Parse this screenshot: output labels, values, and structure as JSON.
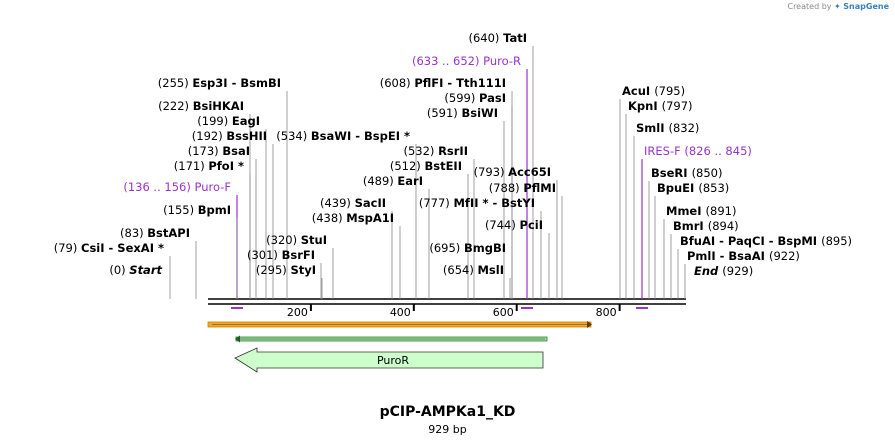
{
  "brand": {
    "prefix": "Created by",
    "name": "SnapGene"
  },
  "plasmid": {
    "name": "pCIP-AMPKa1_KD",
    "length_label": "929 bp"
  },
  "colors": {
    "feature": "#9933cc",
    "text": "#000000",
    "orf": "#f5a623",
    "orf_inner": "#2d8b2d",
    "gene_fill": "#ccffcc",
    "backbone": "#000000"
  },
  "axis_ticks": [
    {
      "bp": 200,
      "label": "200"
    },
    {
      "bp": 400,
      "label": "400"
    },
    {
      "bp": 600,
      "label": "600"
    },
    {
      "bp": 800,
      "label": "800"
    }
  ],
  "site_labels": [
    {
      "pos": "(640)",
      "names": "TatI",
      "bp": 640,
      "type": "enzyme"
    },
    {
      "pos": "(633 .. 652)",
      "names": "Puro-R",
      "bp": 642,
      "type": "primer"
    },
    {
      "pos": "(255)",
      "names": "Esp3I  - BsmBI",
      "bp": 255,
      "type": "enzyme"
    },
    {
      "pos": "(608)",
      "names": "PflFI  - Tth111I",
      "bp": 608,
      "type": "enzyme"
    },
    {
      "pos": "(222)",
      "names": "BsiHKAI",
      "bp": 222,
      "type": "enzyme"
    },
    {
      "pos": "(599)",
      "names": "PasI",
      "bp": 599,
      "type": "enzyme"
    },
    {
      "pos": "(199)",
      "names": "EagI",
      "bp": 199,
      "type": "enzyme"
    },
    {
      "pos": "(591)",
      "names": "BsiWI",
      "bp": 591,
      "type": "enzyme"
    },
    {
      "pos": "(192)",
      "names": "BssHII",
      "bp": 192,
      "type": "enzyme"
    },
    {
      "pos": "(534)",
      "names": "BsaWI  - BspEI *",
      "bp": 534,
      "type": "enzyme"
    },
    {
      "pos": "(173)",
      "names": "BsaI",
      "bp": 173,
      "type": "enzyme"
    },
    {
      "pos": "(532)",
      "names": "RsrII",
      "bp": 532,
      "type": "enzyme"
    },
    {
      "pos": "(171)",
      "names": "PfoI *",
      "bp": 171,
      "type": "enzyme"
    },
    {
      "pos": "(512)",
      "names": "BstEII",
      "bp": 512,
      "type": "enzyme"
    },
    {
      "pos": "(136 .. 156)",
      "names": "Puro-F",
      "bp": 146,
      "type": "primer"
    },
    {
      "pos": "(489)",
      "names": "EarI",
      "bp": 489,
      "type": "enzyme"
    },
    {
      "pos": "(439)",
      "names": "SacII",
      "bp": 439,
      "type": "enzyme"
    },
    {
      "pos": "(155)",
      "names": "BpmI",
      "bp": 155,
      "type": "enzyme"
    },
    {
      "pos": "(438)",
      "names": "MspA1I",
      "bp": 438,
      "type": "enzyme"
    },
    {
      "pos": "(83)",
      "names": "BstAPI",
      "bp": 83,
      "type": "enzyme"
    },
    {
      "pos": "(79)",
      "names": "CsiI  - SexAI *",
      "bp": 79,
      "type": "enzyme"
    },
    {
      "pos": "(320)",
      "names": "StuI",
      "bp": 320,
      "type": "enzyme"
    },
    {
      "pos": "(301)",
      "names": "BsrFI",
      "bp": 301,
      "type": "enzyme"
    },
    {
      "pos": "(295)",
      "names": "StyI",
      "bp": 295,
      "type": "enzyme"
    },
    {
      "pos": "(0)",
      "names": "Start",
      "bp": 0,
      "type": "terminus"
    },
    {
      "pos": "(777)",
      "names": "MfII *  - BstYI",
      "bp": 777,
      "type": "enzyme"
    },
    {
      "pos": "(793)",
      "names": "Acc65I",
      "bp": 793,
      "type": "enzyme"
    },
    {
      "pos": "(788)",
      "names": "PflMI",
      "bp": 788,
      "type": "enzyme"
    },
    {
      "pos": "(744)",
      "names": "PciI",
      "bp": 744,
      "type": "enzyme"
    },
    {
      "pos": "(695)",
      "names": "BmgBI",
      "bp": 695,
      "type": "enzyme"
    },
    {
      "pos": "(654)",
      "names": "MslI",
      "bp": 654,
      "type": "enzyme"
    },
    {
      "pos": "(795)",
      "names": "AcuI",
      "bp": 795,
      "type": "enzyme"
    },
    {
      "pos": "(797)",
      "names": "KpnI",
      "bp": 797,
      "type": "enzyme"
    },
    {
      "pos": "(832)",
      "names": "SmlI",
      "bp": 832,
      "type": "enzyme"
    },
    {
      "pos": "(826 .. 845)",
      "names": "IRES-F",
      "bp": 836,
      "type": "primer"
    },
    {
      "pos": "(850)",
      "names": "BseRI",
      "bp": 850,
      "type": "enzyme"
    },
    {
      "pos": "(853)",
      "names": "BpuEI",
      "bp": 853,
      "type": "enzyme"
    },
    {
      "pos": "(891)",
      "names": "MmeI",
      "bp": 891,
      "type": "enzyme"
    },
    {
      "pos": "(894)",
      "names": "BmrI",
      "bp": 894,
      "type": "enzyme"
    },
    {
      "pos": "(895)",
      "names": "BfuAI  - PaqCI  - BspMI",
      "bp": 895,
      "type": "enzyme"
    },
    {
      "pos": "(922)",
      "names": "PmlI  - BsaAI",
      "bp": 922,
      "type": "enzyme"
    },
    {
      "pos": "(929)",
      "names": "End",
      "bp": 929,
      "type": "terminus"
    }
  ],
  "features": [
    {
      "name": "PuroR",
      "start": 55,
      "end": 654,
      "strand": "reverse"
    }
  ]
}
